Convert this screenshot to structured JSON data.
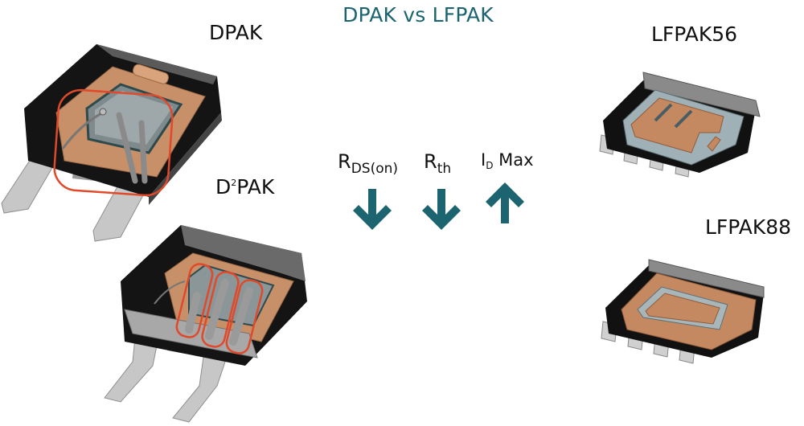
{
  "title": "DPAK vs LFPAK",
  "colors": {
    "accent": "#1b6470",
    "highlight": "#e0492a",
    "copper": "#c98d66",
    "mold": "#151515",
    "lead": "#b9b9b9"
  },
  "packages": {
    "dpak": {
      "label": "DPAK"
    },
    "d2pak": {
      "label_prefix": "D",
      "label_sup": "2",
      "label_suffix": "PAK"
    },
    "lfpak56": {
      "label": "LFPAK56"
    },
    "lfpak88": {
      "label": "LFPAK88"
    }
  },
  "metrics": [
    {
      "name": "R",
      "sub": "DS(on)",
      "direction": "down",
      "icon": "arrow-down-icon"
    },
    {
      "name": "R",
      "sub": "th",
      "direction": "down",
      "icon": "arrow-down-icon"
    },
    {
      "name": "I",
      "sub": "D",
      "suffix": " Max",
      "direction": "up",
      "icon": "arrow-up-icon"
    }
  ]
}
